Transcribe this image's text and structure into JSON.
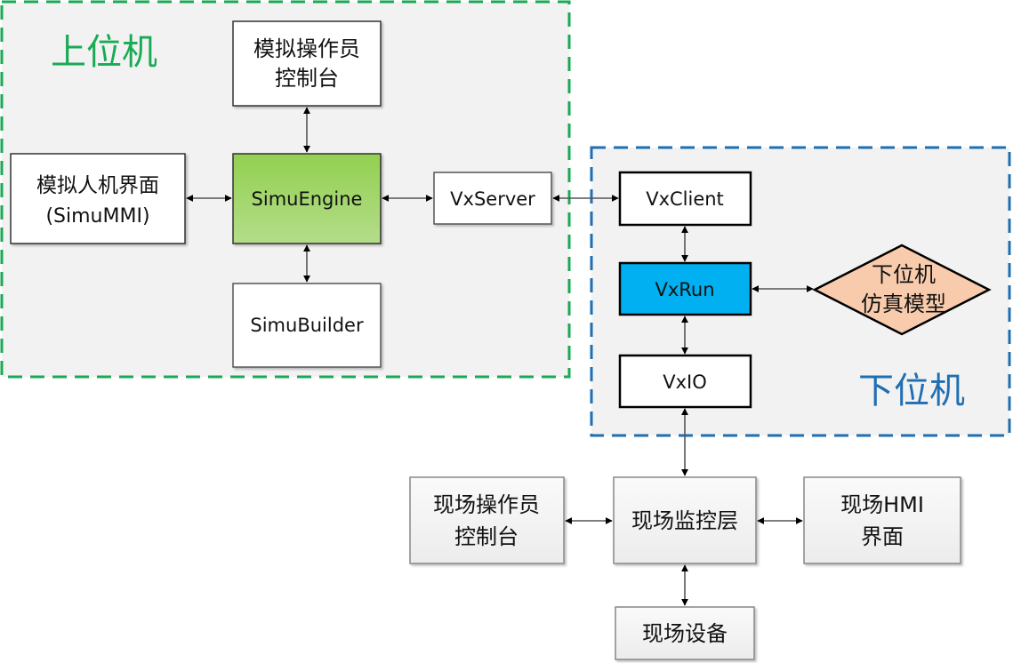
{
  "regions": {
    "upper": {
      "title": "上位机",
      "color": "#1aaa55",
      "fill": "#f2f2f2"
    },
    "lower": {
      "title": "下位机",
      "color": "#1f6fb2",
      "fill": "#f2f2f2"
    }
  },
  "nodes": {
    "simu_console": {
      "lines": [
        "模拟操作员",
        "控制台"
      ]
    },
    "simu_mmi": {
      "lines": [
        "模拟人机界面",
        "(SimuMMI)"
      ]
    },
    "simu_engine": {
      "lines": [
        "SimuEngine"
      ],
      "fill_top": "#92d050",
      "fill_bottom": "#b4dd8a"
    },
    "simu_builder": {
      "lines": [
        "SimuBuilder"
      ]
    },
    "vx_server": {
      "lines": [
        "VxServer"
      ]
    },
    "vx_client": {
      "lines": [
        "VxClient"
      ]
    },
    "vx_run": {
      "lines": [
        "VxRun"
      ],
      "fill": "#00b0f0"
    },
    "vx_io": {
      "lines": [
        "VxIO"
      ]
    },
    "lower_model": {
      "lines": [
        "下位机",
        "仿真模型"
      ],
      "fill": "#f8cbad"
    },
    "field_console": {
      "lines": [
        "现场操作员",
        "控制台"
      ]
    },
    "field_monitor": {
      "lines": [
        "现场监控层"
      ]
    },
    "field_hmi": {
      "lines": [
        "现场HMI",
        "界面"
      ]
    },
    "field_device": {
      "lines": [
        "现场设备"
      ]
    }
  },
  "edges": [
    {
      "from": "simu_console",
      "to": "simu_engine",
      "type": "bidirectional"
    },
    {
      "from": "simu_mmi",
      "to": "simu_engine",
      "type": "bidirectional"
    },
    {
      "from": "simu_engine",
      "to": "simu_builder",
      "type": "bidirectional"
    },
    {
      "from": "simu_engine",
      "to": "vx_server",
      "type": "bidirectional"
    },
    {
      "from": "vx_server",
      "to": "vx_client",
      "type": "bidirectional"
    },
    {
      "from": "vx_client",
      "to": "vx_run",
      "type": "bidirectional"
    },
    {
      "from": "vx_run",
      "to": "lower_model",
      "type": "bidirectional"
    },
    {
      "from": "vx_run",
      "to": "vx_io",
      "type": "bidirectional"
    },
    {
      "from": "vx_io",
      "to": "field_monitor",
      "type": "bidirectional"
    },
    {
      "from": "field_console",
      "to": "field_monitor",
      "type": "bidirectional"
    },
    {
      "from": "field_monitor",
      "to": "field_hmi",
      "type": "bidirectional"
    },
    {
      "from": "field_monitor",
      "to": "field_device",
      "type": "bidirectional"
    }
  ]
}
